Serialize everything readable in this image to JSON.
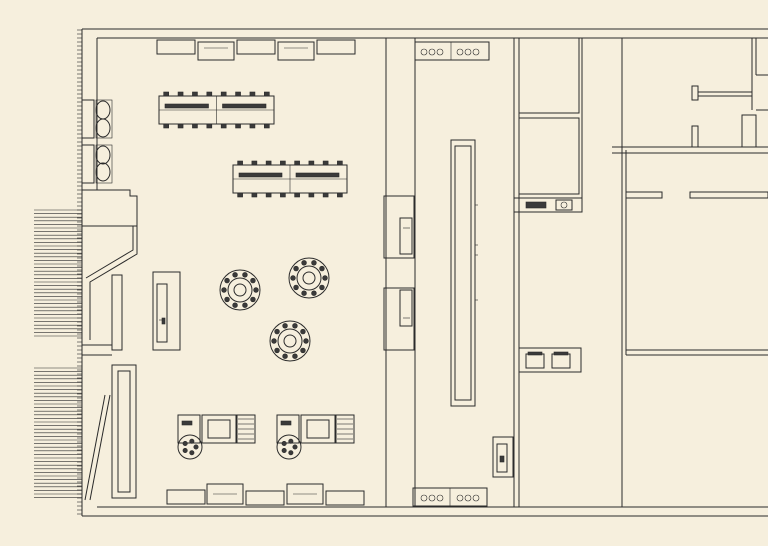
{
  "colors": {
    "background": "#f6efdd",
    "line": "#2b2b2b",
    "fixture_fill": "#f1e8d2",
    "dark_fill": "#3a3a3a"
  },
  "plan": {
    "workstation_rows": [
      {
        "seats_per_side": 8
      },
      {
        "seats_per_side": 8
      }
    ],
    "round_tables": [
      {
        "chairs": 10
      },
      {
        "chairs": 10
      },
      {
        "chairs": 10
      }
    ],
    "lounge_groups": 2
  }
}
